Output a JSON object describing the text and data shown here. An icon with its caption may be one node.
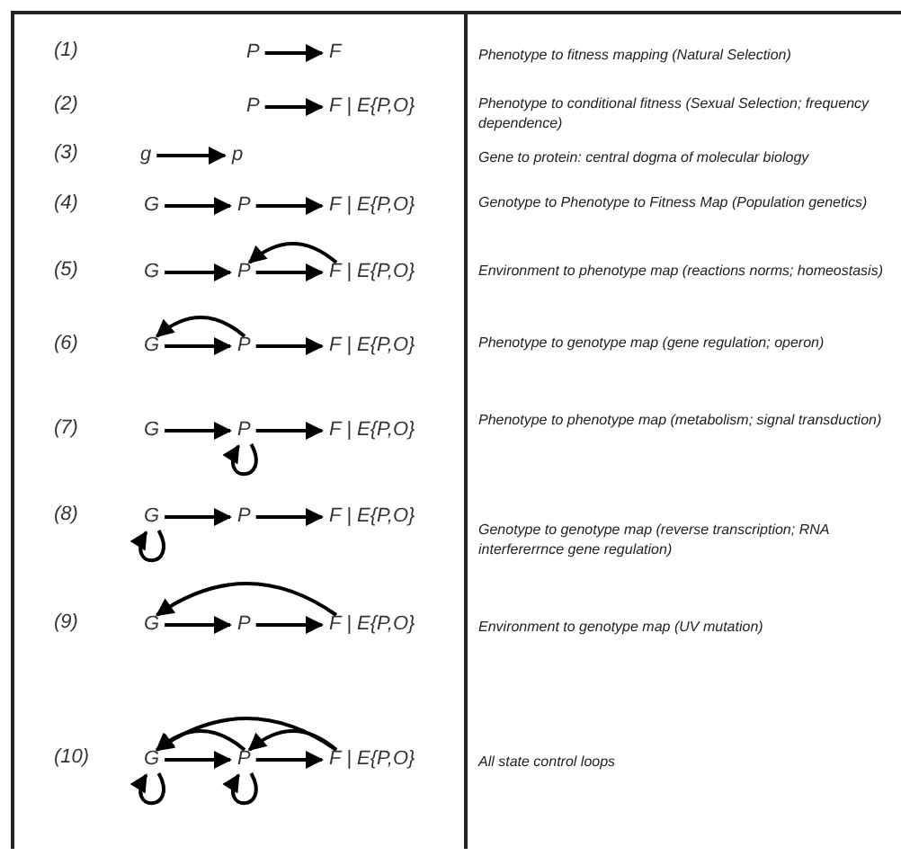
{
  "diagram": {
    "nodes": [
      {
        "text": [
          "P"
        ]
      },
      {
        "text": [
          "F"
        ]
      },
      {
        "text": [
          "P"
        ]
      },
      {
        "text": [
          "F | E{P,O}"
        ]
      },
      {
        "text": [
          "g"
        ]
      },
      {
        "text": [
          "p"
        ]
      },
      {
        "text": [
          "G"
        ]
      },
      {
        "text": [
          "P"
        ]
      },
      {
        "text": [
          "F | E{P,O}"
        ]
      },
      {
        "text": [
          "G"
        ]
      },
      {
        "text": [
          "P"
        ]
      },
      {
        "text": [
          "F | E{P,O}"
        ]
      },
      {
        "text": [
          "G"
        ]
      },
      {
        "text": [
          "P"
        ]
      },
      {
        "text": [
          "F | E{P,O}"
        ]
      },
      {
        "text": [
          "G"
        ]
      },
      {
        "text": [
          "P"
        ]
      },
      {
        "text": [
          "F | E{P,O}"
        ]
      },
      {
        "text": [
          "G"
        ]
      },
      {
        "text": [
          "P"
        ]
      },
      {
        "text": [
          "F | E{P,O}"
        ]
      },
      {
        "text": [
          "G"
        ]
      },
      {
        "text": [
          "P"
        ]
      },
      {
        "text": [
          "F | E{P,O}"
        ]
      },
      {
        "text": [
          "G"
        ]
      },
      {
        "text": [
          "P"
        ]
      },
      {
        "text": [
          "F | E{P,O}"
        ]
      }
    ],
    "edges": [
      {
        "from": 0,
        "to": 1,
        "arrow": "to"
      },
      {
        "from": 2,
        "to": 3,
        "arrow": "to"
      },
      {
        "from": 4,
        "to": 5,
        "arrow": "to"
      },
      {
        "from": 6,
        "to": 7,
        "arrow": "to"
      },
      {
        "from": 7,
        "to": 8,
        "arrow": "to"
      },
      {
        "from": 9,
        "to": 10,
        "arrow": "to"
      },
      {
        "from": 10,
        "to": 11,
        "arrow": "to"
      },
      {
        "from": 11,
        "to": 10,
        "arrow": "to"
      },
      {
        "from": 12,
        "to": 13,
        "arrow": "to"
      },
      {
        "from": 13,
        "to": 14,
        "arrow": "to"
      },
      {
        "from": 13,
        "to": 12,
        "arrow": "to"
      },
      {
        "from": 15,
        "to": 16,
        "arrow": "to"
      },
      {
        "from": 16,
        "to": 17,
        "arrow": "to"
      },
      {
        "from": 16,
        "to": 16,
        "arrow": "to"
      },
      {
        "from": 18,
        "to": 19,
        "arrow": "to"
      },
      {
        "from": 19,
        "to": 20,
        "arrow": "to"
      },
      {
        "from": 18,
        "to": 18,
        "arrow": "to"
      },
      {
        "from": 21,
        "to": 22,
        "arrow": "to"
      },
      {
        "from": 22,
        "to": 23,
        "arrow": "to"
      },
      {
        "from": 23,
        "to": 21,
        "arrow": "to"
      },
      {
        "from": 24,
        "to": 25,
        "arrow": "to"
      },
      {
        "from": 25,
        "to": 26,
        "arrow": "to"
      },
      {
        "from": 26,
        "to": 24,
        "arrow": "to"
      },
      {
        "from": 25,
        "to": 24,
        "arrow": "to"
      },
      {
        "from": 26,
        "to": 25,
        "arrow": "to"
      },
      {
        "from": 24,
        "to": 24,
        "arrow": "to"
      },
      {
        "from": 25,
        "to": 25,
        "arrow": "to"
      }
    ],
    "labels": [
      "(1)",
      "Phenotype to fitness mapping (Natural Selection)",
      "(2)",
      "Phenotype to conditional fitness (Sexual Selection; frequency dependence)",
      "(3)",
      "Gene to protein: central dogma of molecular biology",
      "(4)",
      "Genotype to Phenotype to Fitness Map (Population genetics)",
      "(5)",
      "Environment to phenotype map (reactions norms; homeostasis)",
      "(6)",
      "Phenotype to genotype map (gene regulation; operon)",
      "(7)",
      "Phenotype to phenotype map (metabolism; signal transduction)",
      "(8)",
      "Genotype to genotype map (reverse transcription; RNA interfererrnce gene regulation)",
      "(9)",
      "Environment to genotype map (UV mutation)",
      "(10)",
      "All state control loops"
    ]
  }
}
